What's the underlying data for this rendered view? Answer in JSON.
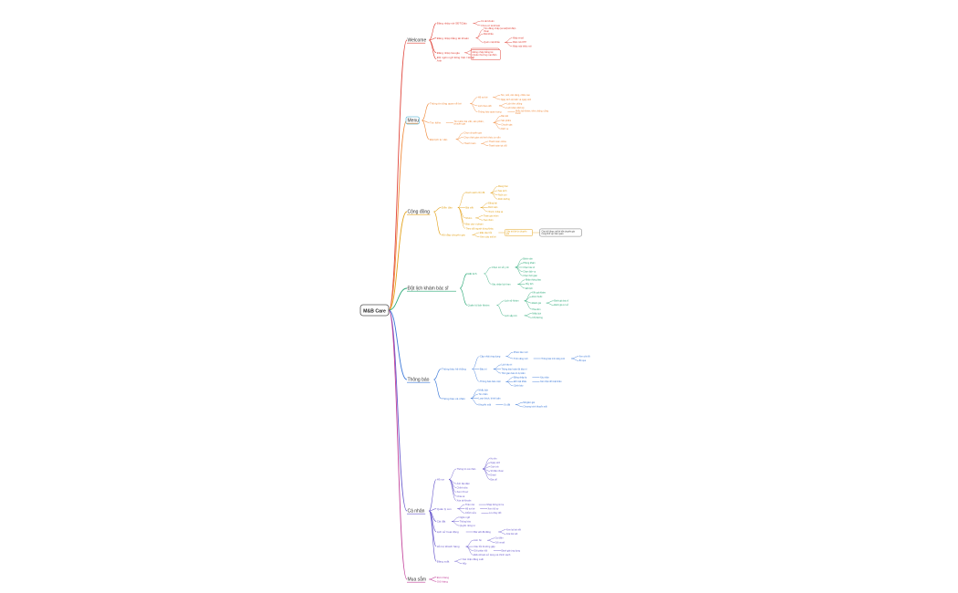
{
  "root": "M&B Care",
  "branches": [
    {
      "label": "Welcome",
      "color": "#e0443a",
      "children": [
        {
          "label": "Đăng nhập với SĐT/Zalo",
          "children": [
            {
              "label": "Có tài khoản"
            },
            {
              "label": "Chưa có tài khoản"
            }
          ]
        },
        {
          "label": "Đăng nhập bằng tài khoản",
          "children": [
            {
              "label": "Tên đăng nhập (email)/số điện thoại"
            },
            {
              "label": "Mật khẩu"
            },
            {
              "label": "Quên mật khẩu",
              "children": [
                {
                  "label": "Nhập email"
                },
                {
                  "label": "Nhận mã OTP"
                },
                {
                  "label": "Nhập mật khẩu mới"
                }
              ]
            }
          ]
        },
        {
          "label": "Đăng nhập Google",
          "children": [
            {
              "label": "Đăng nhập bằng số đt",
              "box": true
            },
            {
              "label": "Đăng nhập bằng tài khoản thương mại điện tử",
              "box": true
            }
          ]
        },
        {
          "label": "Đổi ngôn ngữ tiếng Việt / tiếng Anh"
        }
      ]
    },
    {
      "label": "Menu",
      "color": "#f08a3b",
      "children": [
        {
          "label": "Thông tin tổng quan về bé",
          "children": [
            {
              "label": "Hồ sơ bé",
              "children": [
                {
                  "label": "Tên, tuổi, cân nặng, chiều cao"
                },
                {
                  "label": "Ngày sinh dự kiến và ngày sinh"
                }
              ]
            },
            {
              "label": "Lịch theo dõi",
              "children": [
                {
                  "label": "Lịch tiêm chủng"
                },
                {
                  "label": "Lịch khám định kỳ"
                }
              ]
            },
            {
              "label": "Thông báo quan trọng",
              "children": [
                {
                  "label": "Nhắc lịch khám, tiêm chủng, uống thuốc"
                }
              ]
            }
          ]
        },
        {
          "label": "Tìm kiếm",
          "children": [
            {
              "label": "Tìm kiếm bài viết, sản phẩm, chuyên gia",
              "children": [
                {
                  "label": "Bài viết"
                },
                {
                  "label": "Sản phẩm"
                },
                {
                  "label": "Chuyên gia"
                },
                {
                  "label": "Dịch vụ"
                }
              ]
            }
          ]
        },
        {
          "label": "Đặt lịch tư vấn",
          "children": [
            {
              "label": "Chọn chuyên gia"
            },
            {
              "label": "Chọn thời gian và hình thức tư vấn"
            },
            {
              "label": "Thanh toán",
              "children": [
                {
                  "label": "Thanh toán online"
                },
                {
                  "label": "Thanh toán tại chỗ"
                }
              ]
            }
          ]
        }
      ]
    },
    {
      "label": "Cộng đồng",
      "color": "#e3a21a",
      "children": [
        {
          "label": "Diễn đàn",
          "children": [
            {
              "label": "Danh sách chủ đề",
              "children": [
                {
                  "label": "Mang thai"
                },
                {
                  "label": "Sau sinh"
                },
                {
                  "label": "Nuôi con"
                },
                {
                  "label": "Dinh dưỡng"
                }
              ]
            },
            {
              "label": "Bài viết",
              "children": [
                {
                  "label": "Đăng bài"
                },
                {
                  "label": "Bình luận"
                },
                {
                  "label": "Thích / Chia sẻ"
                }
              ]
            },
            {
              "label": "Nhóm",
              "children": [
                {
                  "label": "Tham gia nhóm"
                },
                {
                  "label": "Tạo nhóm"
                }
              ]
            },
            {
              "label": "Báo cáo vi phạm"
            },
            {
              "label": "Theo dõi người dùng khác"
            }
          ]
        },
        {
          "label": "Hỏi đáp chuyên gia",
          "children": [
            {
              "label": "Đặt câu hỏi",
              "children": [
                {
                  "label": "Câu trả lời từ chuyên gia",
                  "box": true,
                  "note": "Câu hỏi được trả lời bởi chuyên gia trong lĩnh vực liên quan"
                }
              ]
            },
            {
              "label": "Xem câu trả lời"
            }
          ]
        }
      ]
    },
    {
      "label": "Đặt lịch khám bác sĩ",
      "color": "#2aa876",
      "children": [
        {
          "label": "Đặt lịch",
          "children": [
            {
              "label": "Chọn cơ sở y tế",
              "children": [
                {
                  "label": "Bệnh viện"
                },
                {
                  "label": "Phòng khám"
                },
                {
                  "label": "Chọn bác sĩ"
                },
                {
                  "label": "Chọn dịch vụ"
                },
                {
                  "label": "Chọn thời gian"
                }
              ]
            },
            {
              "label": "Xác nhận lịch hẹn",
              "children": [
                {
                  "label": "Nhận thông báo"
                },
                {
                  "label": "Hủy lịch"
                },
                {
                  "label": "Đổi lịch"
                }
              ]
            }
          ]
        },
        {
          "label": "Quản lý lịch khám",
          "children": [
            {
              "label": "Lịch sử khám",
              "children": [
                {
                  "label": "Kết quả khám"
                },
                {
                  "label": "Đơn thuốc"
                },
                {
                  "label": "Đánh giá",
                  "children": [
                    {
                      "label": "Đánh giá bác sĩ"
                    },
                    {
                      "label": "Đánh giá cơ sở"
                    }
                  ]
                },
                {
                  "label": "Hóa đơn"
                }
              ]
            },
            {
              "label": "Lịch sắp tới",
              "children": [
                {
                  "label": "Nhắc lịch"
                },
                {
                  "label": "Chỉ đường"
                }
              ]
            }
          ]
        }
      ]
    },
    {
      "label": "Thông báo",
      "color": "#3b78d8",
      "children": [
        {
          "label": "Thông báo hệ thống",
          "children": [
            {
              "label": "Cập nhật ứng dụng",
              "children": [
                {
                  "label": "Phiên bản mới"
                },
                {
                  "label": "Tính năng mới",
                  "children": [
                    {
                      "label": "Thông báo tính năng mới",
                      "children": [
                        {
                          "label": "Xem chi tiết"
                        },
                        {
                          "label": "Bỏ qua"
                        }
                      ]
                    }
                  ]
                }
              ]
            },
            {
              "label": "Bảo trì",
              "children": [
                {
                  "label": "Lịch bảo trì"
                },
                {
                  "label": "Thông báo hoàn tất bảo trì"
                },
                {
                  "label": "Thời gian bảo trì dự kiến"
                }
              ]
            },
            {
              "label": "Thông báo bảo mật",
              "children": [
                {
                  "label": "Đăng nhập lạ",
                  "children": [
                    {
                      "label": "Xác nhận"
                    }
                  ]
                },
                {
                  "label": "Đổi mật khẩu",
                  "children": [
                    {
                      "label": "Xác nhận đổi mật khẩu"
                    }
                  ]
                },
                {
                  "label": "Cảnh báo"
                }
              ]
            }
          ]
        },
        {
          "label": "Thông báo cá nhân",
          "children": [
            {
              "label": "Nhắc lịch"
            },
            {
              "label": "Tin nhắn"
            },
            {
              "label": "Lượt thích, bình luận"
            },
            {
              "label": "Khuyến mãi",
              "children": [
                {
                  "label": "Ưu đãi",
                  "children": [
                    {
                      "label": "Mã giảm giá"
                    },
                    {
                      "label": "Chương trình khuyến mãi"
                    }
                  ]
                }
              ]
            }
          ]
        }
      ]
    },
    {
      "label": "Cá nhân",
      "color": "#6a5acd",
      "children": [
        {
          "label": "Hồ sơ",
          "children": [
            {
              "label": "Thông tin cá nhân",
              "children": [
                {
                  "label": "Họ tên"
                },
                {
                  "label": "Ngày sinh"
                },
                {
                  "label": "Giới tính"
                },
                {
                  "label": "Số điện thoại"
                },
                {
                  "label": "Email"
                },
                {
                  "label": "Địa chỉ"
                }
              ]
            },
            {
              "label": "Ảnh đại diện"
            },
            {
              "label": "Chỉnh sửa"
            },
            {
              "label": "Xem hồ sơ"
            },
            {
              "label": "Chia sẻ"
            },
            {
              "label": "Xóa tài khoản"
            }
          ]
        },
        {
          "label": "Quản lý con",
          "children": [
            {
              "label": "Thêm bé",
              "children": [
                {
                  "label": "Nhập thông tin bé"
                }
              ]
            },
            {
              "label": "Hồ sơ bé",
              "children": [
                {
                  "label": "Xem hồ sơ"
                }
              ]
            },
            {
              "label": "Chỉnh sửa",
              "children": [
                {
                  "label": "Lưu thay đổi"
                }
              ]
            }
          ]
        },
        {
          "label": "Cài đặt",
          "children": [
            {
              "label": "Ngôn ngữ"
            },
            {
              "label": "Thông báo"
            },
            {
              "label": "Quyền riêng tư"
            }
          ]
        },
        {
          "label": "Lịch sử hoạt động",
          "children": [
            {
              "label": "Bài viết đã đăng",
              "children": [
                {
                  "label": "Xem lại bài viết"
                },
                {
                  "label": "Xóa bài viết"
                }
              ]
            }
          ]
        },
        {
          "label": "Hỗ trợ khách hàng",
          "children": [
            {
              "label": "Liên hệ",
              "children": [
                {
                  "label": "Gọi điện"
                },
                {
                  "label": "Gửi email"
                }
              ]
            },
            {
              "label": "Câu hỏi thường gặp"
            },
            {
              "label": "Gửi phản hồi",
              "children": [
                {
                  "label": "Đánh giá ứng dụng"
                }
              ]
            },
            {
              "label": "Điều khoản sử dụng và chính sách"
            }
          ]
        },
        {
          "label": "Đăng xuất",
          "children": [
            {
              "label": "Xác nhận đăng xuất"
            },
            {
              "label": "Hủy"
            }
          ]
        }
      ]
    },
    {
      "label": "Mua sắm",
      "color": "#c2409a",
      "children": [
        {
          "label": "Đơn hàng"
        },
        {
          "label": "Giỏ hàng"
        }
      ]
    }
  ]
}
